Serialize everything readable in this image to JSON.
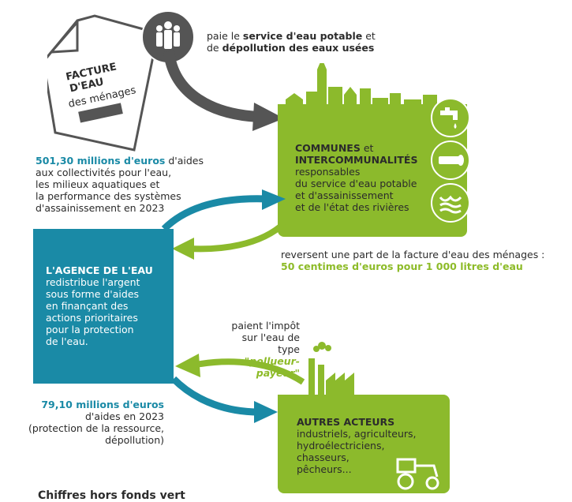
{
  "invoice": {
    "title_line1": "FACTURE",
    "title_line2": "D'EAU",
    "title_line3": "des ménages"
  },
  "households_pay": {
    "prefix": "paie le ",
    "bold1": "service d'eau potable",
    "mid": " et",
    "line2_prefix": "de ",
    "bold2": "dépollution des eaux usées"
  },
  "aid_collectivities": {
    "amount": "501,30 millions d'euros",
    "rest1": " d'aides",
    "line2": "aux collectivités pour l'eau,",
    "line3": "les milieux aquatiques et",
    "line4": "la performance des systèmes",
    "line5": "d'assainissement en 2023"
  },
  "communes": {
    "title1": "COMMUNES",
    "title1_rest": " et",
    "title2": "INTERCOMMUNALITÉS",
    "line1": "responsables",
    "line2": "du service d'eau potable",
    "line3": "et d'assainissement",
    "line4": "et de l'état des rivières"
  },
  "reverse": {
    "line1": "reversent une part de la facture d'eau des ménages :",
    "line2": "50 centimes d'euros pour 1 000 litres d'eau"
  },
  "agency": {
    "title": "L'AGENCE DE L'EAU",
    "line1": "redistribue l'argent",
    "line2": "sous forme d'aides",
    "line3": "en finançant des",
    "line4": "actions prioritaires",
    "line5": "pour la protection",
    "line6": "de l'eau."
  },
  "tax": {
    "line1": "paient l'impôt",
    "line2": "sur l'eau de type",
    "line3": "\"pollueur-payeur\""
  },
  "aid_resource": {
    "amount": "79,10 millions d'euros",
    "line2": "d'aides en 2023",
    "line3": "(protection de la ressource,",
    "line4": "dépollution)"
  },
  "others": {
    "title": "AUTRES ACTEURS",
    "line1": "industriels, agriculteurs,",
    "line2": "hydroélectriciens,",
    "line3": "chasseurs,",
    "line4": "pêcheurs..."
  },
  "footer": {
    "note": "Chiffres hors fonds vert"
  },
  "colors": {
    "green": "#8cba2c",
    "teal": "#1a8aa6",
    "dark_grey": "#555555"
  },
  "icons": [
    "people-icon",
    "tap-icon",
    "pipe-icon",
    "water-wave-icon",
    "factory-icon",
    "tractor-icon",
    "town-skyline-icon"
  ]
}
